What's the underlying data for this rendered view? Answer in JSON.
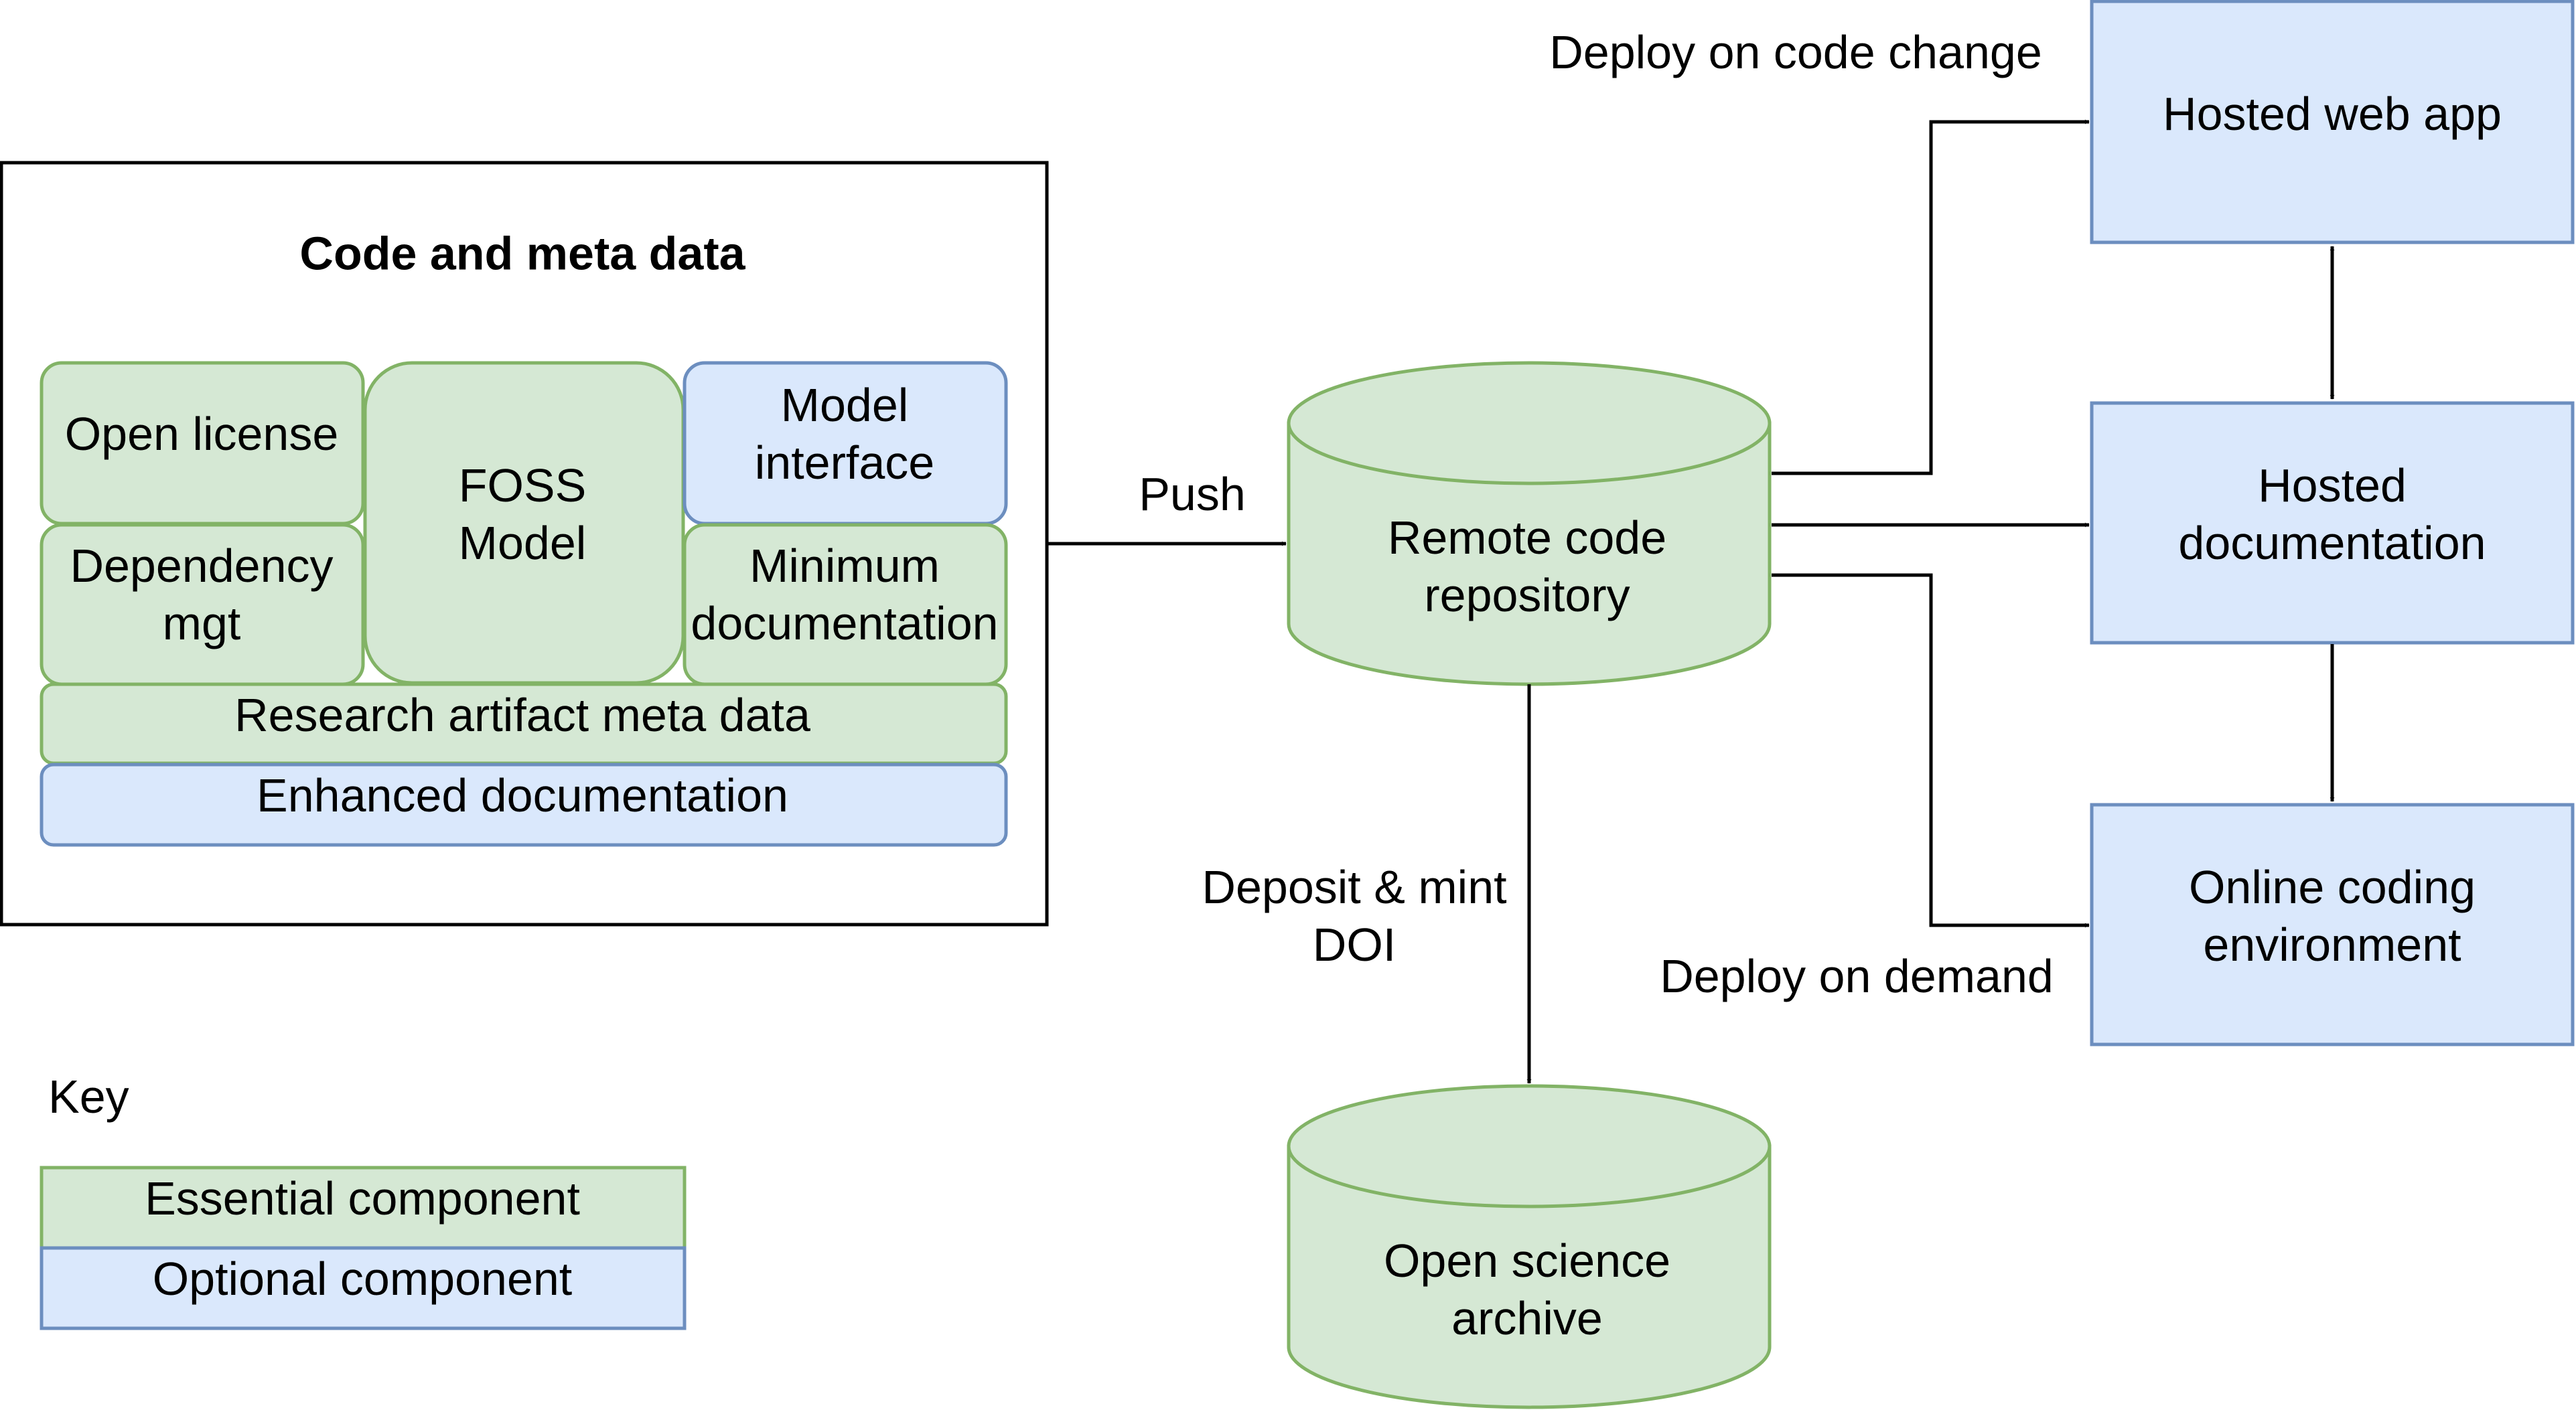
{
  "container": {
    "title": "Code and meta data"
  },
  "components": {
    "open_license": [
      "Open license"
    ],
    "foss_model": [
      "FOSS",
      "Model"
    ],
    "model_interface": [
      "Model",
      "interface"
    ],
    "dependency_mgt": [
      "Dependency",
      "mgt"
    ],
    "minimum_documentation": [
      "Minimum",
      "documentation"
    ],
    "research_artifact_meta_data": [
      "Research artifact meta data"
    ],
    "enhanced_documentation": [
      "Enhanced documentation"
    ]
  },
  "remote_repo": [
    "Remote code",
    "repository"
  ],
  "archive": [
    "Open science",
    "archive"
  ],
  "hosted_web_app": [
    "Hosted web app"
  ],
  "hosted_documentation": [
    "Hosted",
    "documentation"
  ],
  "online_coding_environment": [
    "Online coding",
    "environment"
  ],
  "edges": {
    "push": [
      "Push"
    ],
    "deposit": [
      "Deposit & mint",
      "DOI"
    ],
    "deploy_code_change": [
      "Deploy on code change"
    ],
    "deploy_on_demand": [
      "Deploy on demand"
    ]
  },
  "key": {
    "title": [
      "Key"
    ],
    "essential": [
      "Essential component"
    ],
    "optional": [
      "Optional component"
    ]
  },
  "colors": {
    "essential_fill": "#d5e8d4",
    "essential_stroke": "#82b366",
    "optional_fill": "#dae8fc",
    "optional_stroke": "#6c8ebf"
  }
}
